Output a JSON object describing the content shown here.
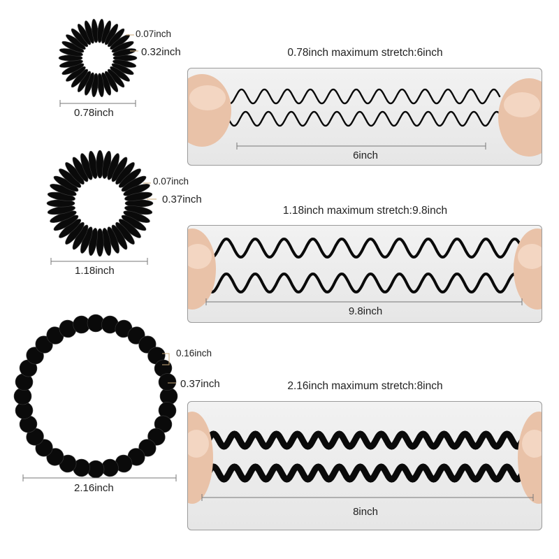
{
  "sizes": [
    {
      "diameter_label": "0.78inch",
      "thickness_label": "0.07inch",
      "width_label": "0.32inch",
      "stretch_title": "0.78inch maximum stretch:6inch",
      "stretch_label": "6inch"
    },
    {
      "diameter_label": "1.18inch",
      "thickness_label": "0.07inch",
      "width_label": "0.37inch",
      "stretch_title": "1.18inch maximum stretch:9.8inch",
      "stretch_label": "9.8inch"
    },
    {
      "diameter_label": "2.16inch",
      "thickness_label": "0.16inch",
      "width_label": "0.37inch",
      "stretch_title": "2.16inch maximum stretch:8inch",
      "stretch_label": "8inch"
    }
  ],
  "colors": {
    "coil": "#0a0a0a",
    "panel_border": "#9a9a9a",
    "skin": "#e9c2a8"
  }
}
